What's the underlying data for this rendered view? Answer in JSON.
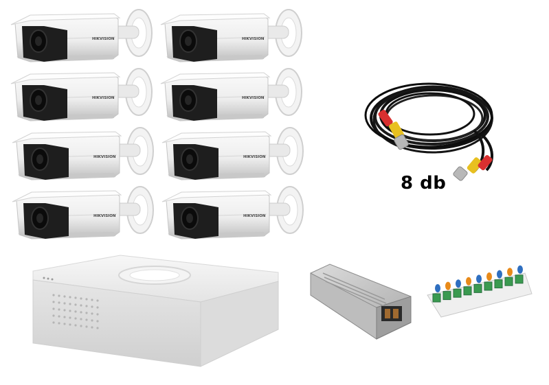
{
  "product_image": {
    "brand_mark": "HIKVISION",
    "camera_count": 8,
    "cable_quantity_label": "8 db",
    "colors": {
      "background": "#ffffff",
      "camera_body": "#f2f2f2",
      "camera_shadow": "#c8c8c8",
      "camera_front": "#1e1e1e",
      "cable": "#111111",
      "connector_red": "#d93030",
      "connector_yellow": "#e8c020",
      "connector_silver": "#b8b8b8",
      "dvr_body": "#eeeeee",
      "psu_body": "#c9c9c9",
      "board_green": "#3a9a50",
      "board_orange": "#e88a1a",
      "label_text": "#000000"
    }
  }
}
